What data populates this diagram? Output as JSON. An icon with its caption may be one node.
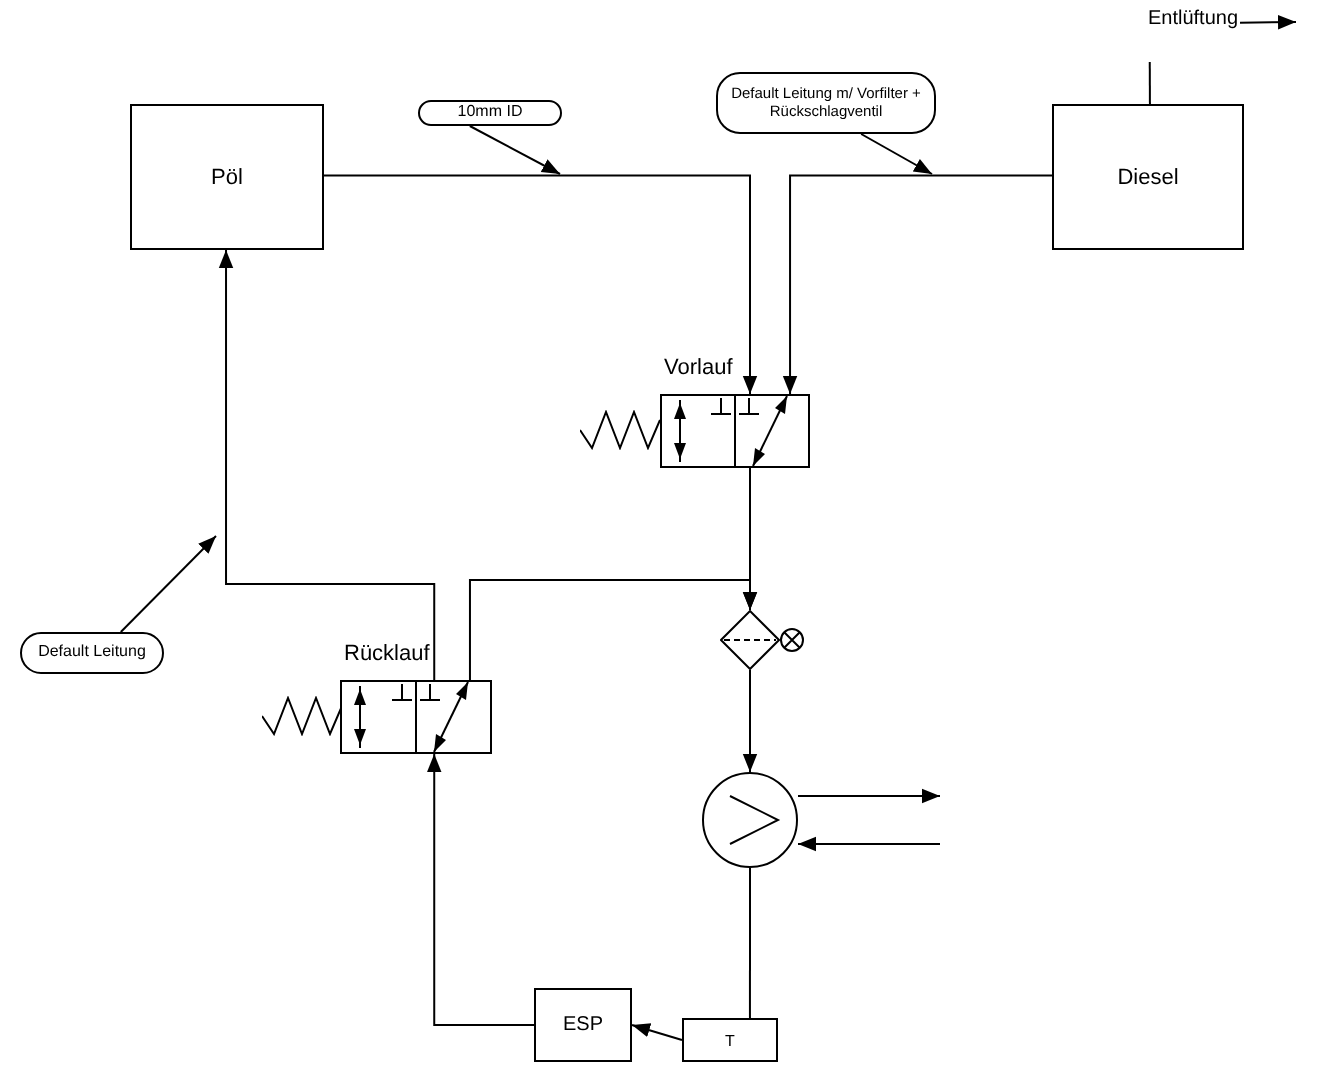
{
  "diagram": {
    "nodes": [
      {
        "text": [
          "Pöl"
        ]
      },
      {
        "text": [
          "Diesel"
        ]
      },
      {
        "text": [
          "10mm ID"
        ]
      },
      {
        "text": [
          "Default Leitung m/ Vorfilter + Rückschlagventil"
        ]
      },
      {
        "text": [
          "Vorlauf"
        ]
      },
      {
        "text": [],
        "shape": "diamond"
      },
      {
        "text": [
          "Rücklauf"
        ]
      },
      {
        "text": [
          "Default Leitung"
        ]
      },
      {
        "text": [],
        "shape": "circle"
      },
      {
        "text": [
          "ESP"
        ]
      },
      {
        "text": [
          "T"
        ]
      },
      {
        "text": [
          "Entlüftung"
        ]
      }
    ],
    "edges": [
      {
        "from": 0,
        "to": 4,
        "arrow": "to"
      },
      {
        "from": 1,
        "to": 4,
        "arrow": "to"
      },
      {
        "from": 2,
        "to": null,
        "arrow": "to"
      },
      {
        "from": 3,
        "to": null,
        "arrow": "to"
      },
      {
        "from": 7,
        "to": null,
        "arrow": "to"
      },
      {
        "from": 4,
        "to": 5,
        "arrow": "to"
      },
      {
        "from": 6,
        "to": 5,
        "arrow": "to"
      },
      {
        "from": 6,
        "to": 0,
        "arrow": "to"
      },
      {
        "from": 5,
        "to": 8,
        "arrow": "to"
      },
      {
        "from": 8,
        "to": 10,
        "arrow": "none"
      },
      {
        "from": 10,
        "to": 9,
        "arrow": "to"
      },
      {
        "from": 9,
        "to": 6,
        "arrow": "to"
      },
      {
        "from": 8,
        "to": null,
        "arrow": "to"
      },
      {
        "from": null,
        "to": 8,
        "arrow": "to"
      },
      {
        "from": 1,
        "to": 11,
        "arrow": "none"
      },
      {
        "from": 11,
        "to": null,
        "arrow": "to"
      }
    ]
  }
}
